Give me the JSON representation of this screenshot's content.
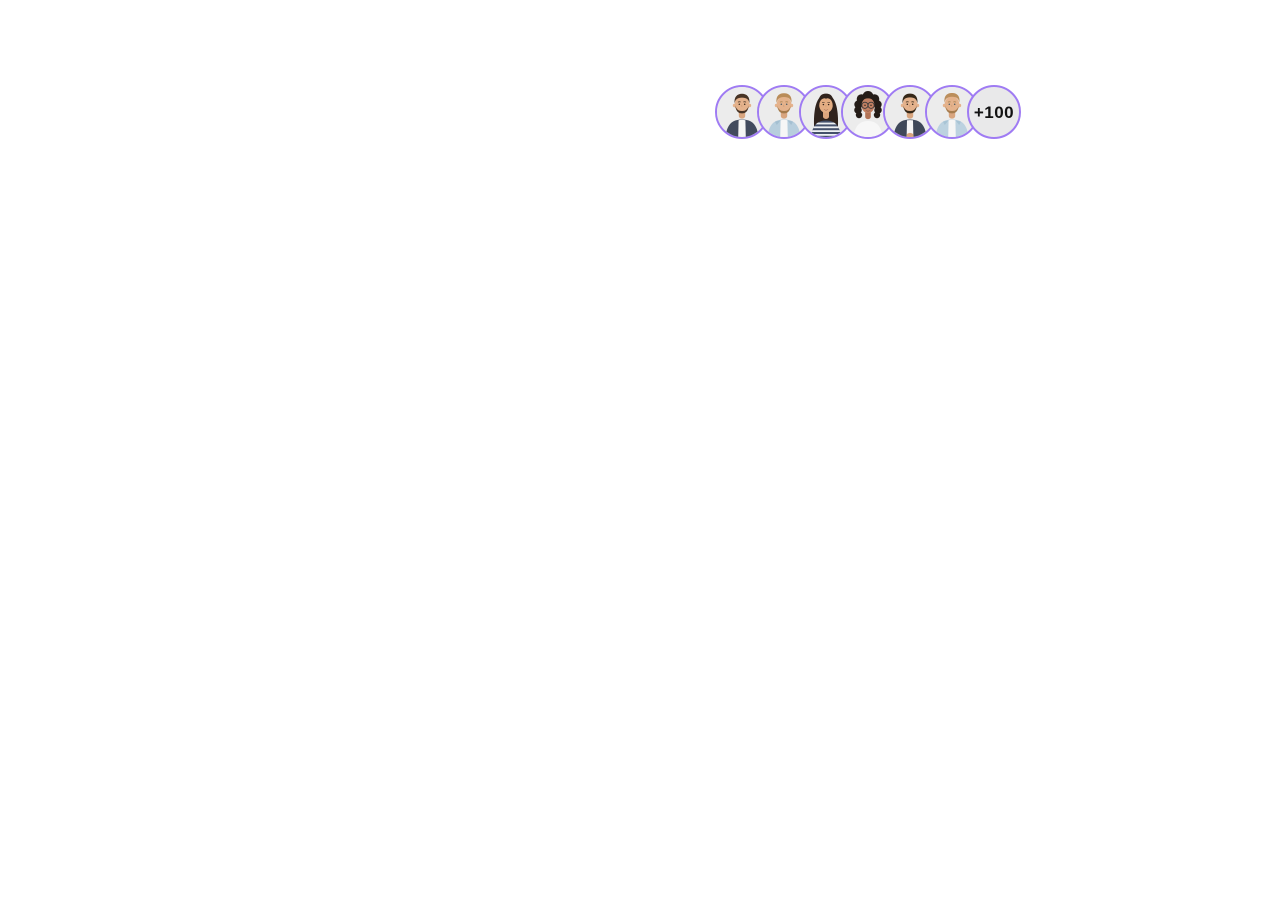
{
  "avatar_group": {
    "overflow_label": "+100",
    "border_color": "#9f7bf3",
    "avatar_bg": "#ececec",
    "badge_bg": "#e9e9ea",
    "badge_text_color": "#121212",
    "items": [
      {
        "alt": "Man with short dark hair and beard wearing navy shirt over white tee"
      },
      {
        "alt": "Man with blond hair and beard wearing light blue shirt over white tee"
      },
      {
        "alt": "Woman with long dark hair smiling wearing navy and white striped top"
      },
      {
        "alt": "Woman with dark curly hair and glasses wearing white top"
      },
      {
        "alt": "Man with dark hair and beard wearing navy shirt with hands clasped"
      },
      {
        "alt": "Man with blond hair and beard wearing light blue shirt over white tee"
      }
    ]
  }
}
